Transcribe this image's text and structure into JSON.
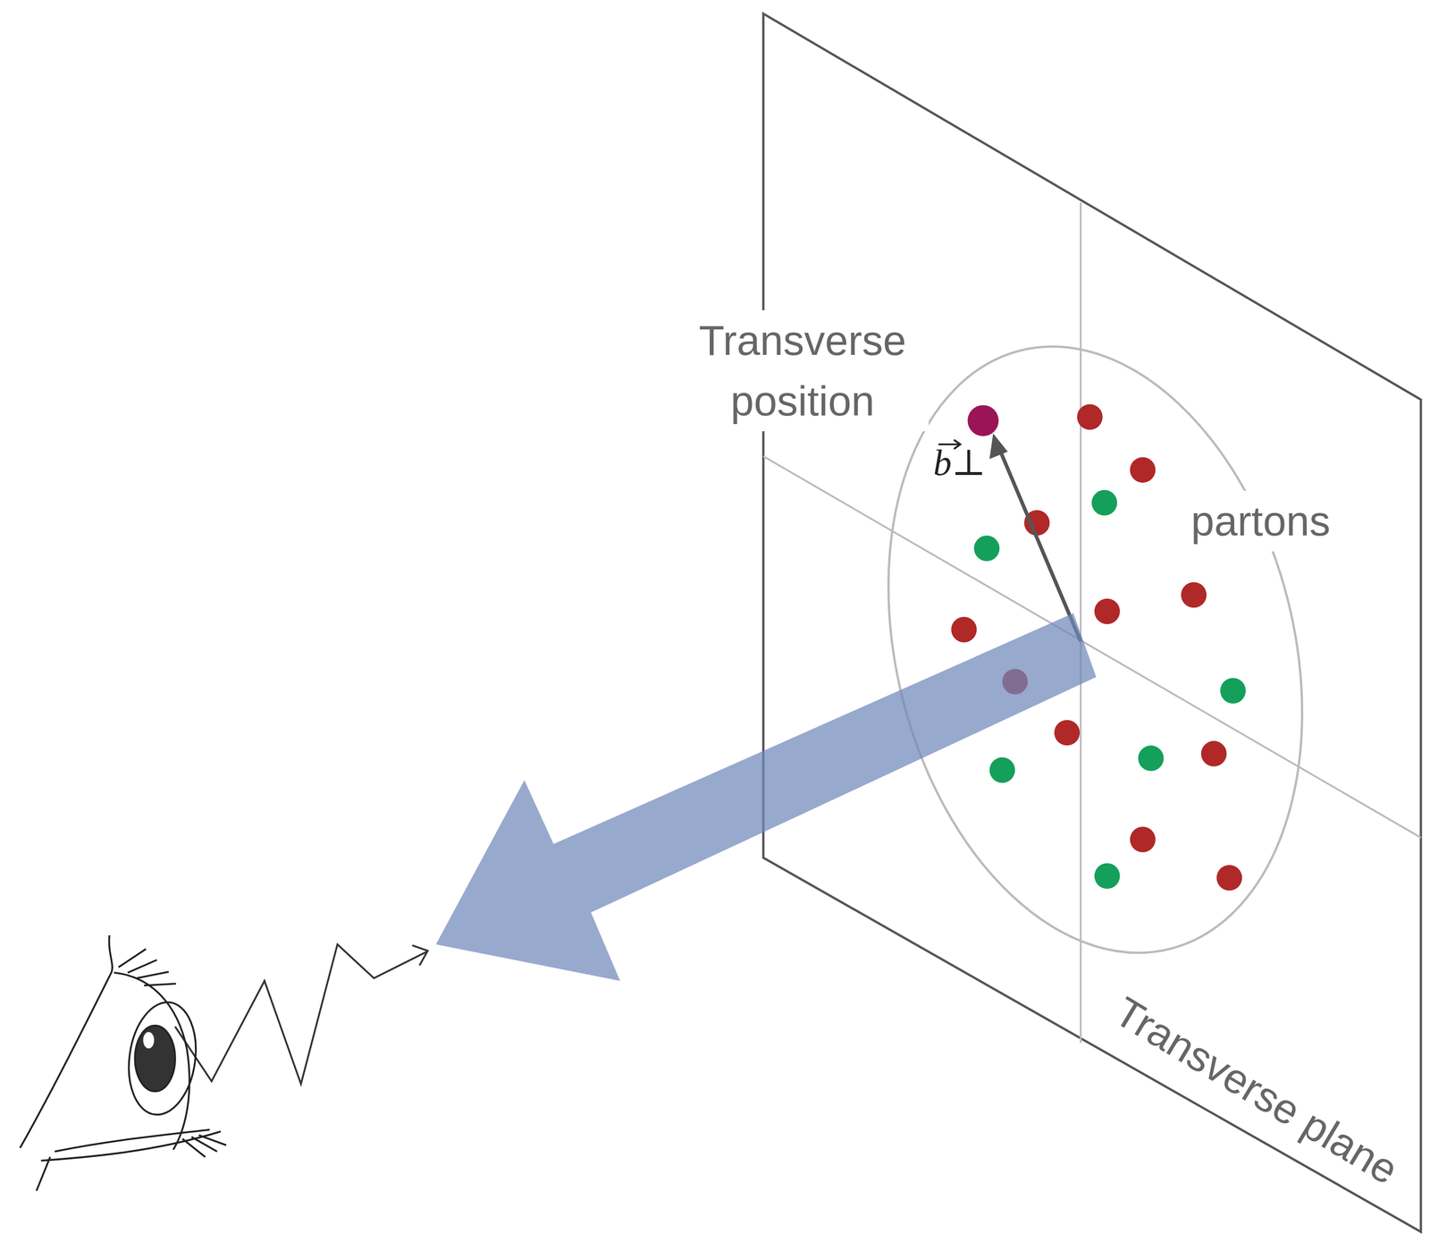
{
  "diagram": {
    "labels": [
      "Transverse position",
      "b⊥",
      "partons",
      "Transverse plane"
    ]
  }
}
